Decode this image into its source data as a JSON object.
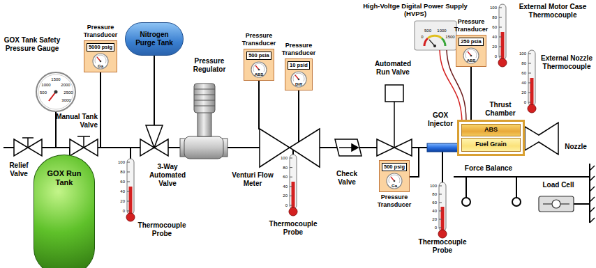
{
  "diagram": {
    "nodes": [
      {
        "text": [
          "Nitrogen Purge Tank"
        ]
      },
      {
        "text": [
          "GOX Run Tank"
        ]
      },
      {
        "text": [
          "Pressure Transducer",
          "5000 psig",
          "Ga"
        ]
      },
      {
        "text": [
          "Pressure Transducer",
          "500 psia",
          "ABS"
        ]
      },
      {
        "text": [
          "Pressure Transducer",
          "10 psid",
          "Diff"
        ]
      },
      {
        "text": [
          "Pressure Transducer",
          "250 psia",
          "ABS"
        ]
      },
      {
        "text": [
          "Pressure Transducer",
          "500 psig",
          "Ga"
        ]
      },
      {
        "text": [
          "Thrust Chamber"
        ]
      },
      {
        "text": [
          "ABS"
        ],
        "in": 7
      },
      {
        "text": [
          "Fuel Grain"
        ],
        "in": 7
      }
    ],
    "labels": [
      "GOX Tank Safety Pressure Gauge",
      "1500",
      "1000",
      "2000",
      "500",
      "2500",
      "3000",
      "Relief Valve",
      "Manual Tank Valve",
      "3-Way Automated Valve",
      "Thermocouple Probe",
      "Pressure Regulator",
      "Venturi Flow Meter",
      "Thermocouple Probe",
      "Check Valve",
      "Automated Run Valve",
      "High-Voltge Digital Power Supply (HVPS)",
      "0",
      "500",
      "1000",
      "1500",
      "GOX Injector",
      "Thermocouple Probe",
      "External Motor Case Thermocouple",
      "External Nozzle Thermocouple",
      "Nozzle",
      "Force Balance",
      "Load Cell",
      "100",
      "80",
      "60",
      "40",
      "20",
      "0",
      "100",
      "80",
      "60",
      "40",
      "20",
      "0",
      "100",
      "80",
      "60",
      "40",
      "20",
      "0",
      "100",
      "80",
      "60",
      "40",
      "20",
      "0",
      "100",
      "80",
      "60",
      "40",
      "20",
      "0"
    ]
  }
}
